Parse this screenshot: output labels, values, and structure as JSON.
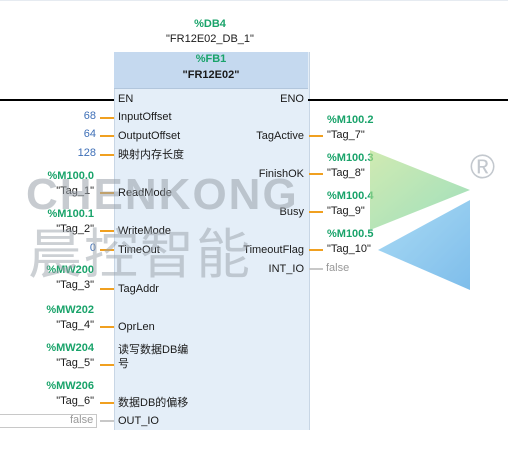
{
  "db": {
    "address": "%DB4",
    "name": "\"FR12E02_DB_1\""
  },
  "fb": {
    "address": "%FB1",
    "name": "\"FR12E02\""
  },
  "pins": {
    "en": "EN",
    "eno": "ENO"
  },
  "inputs": [
    {
      "name": "InputOffset",
      "value": "68"
    },
    {
      "name": "OutputOffset",
      "value": "64"
    },
    {
      "name": "映射内存长度",
      "value": "128"
    },
    {
      "name": "ReadMode",
      "address": "%M100.0",
      "tag": "\"Tag_1\""
    },
    {
      "name": "WriteMode",
      "address": "%M100.1",
      "tag": "\"Tag_2\""
    },
    {
      "name": "TimeOut",
      "value": "0"
    },
    {
      "name": "TagAddr",
      "address": "%MW200",
      "tag": "\"Tag_3\""
    },
    {
      "name": "OprLen",
      "address": "%MW202",
      "tag": "\"Tag_4\""
    },
    {
      "name": "读写数据DB编",
      "name2": "号",
      "address": "%MW204",
      "tag": "\"Tag_5\""
    },
    {
      "name": "数据DB的偏移",
      "address": "%MW206",
      "tag": "\"Tag_6\""
    },
    {
      "name": "OUT_IO",
      "value": "false"
    }
  ],
  "outputs": [
    {
      "name": "TagActive",
      "address": "%M100.2",
      "tag": "\"Tag_7\""
    },
    {
      "name": "FinishOK",
      "address": "%M100.3",
      "tag": "\"Tag_8\""
    },
    {
      "name": "Busy",
      "address": "%M100.4",
      "tag": "\"Tag_9\""
    },
    {
      "name": "TimeoutFlag",
      "address": "%M100.5",
      "tag": "\"Tag_10\""
    },
    {
      "name": "INT_IO",
      "value": "false"
    }
  ],
  "watermark": {
    "brand": "CHENKONG",
    "cn": "晨控智能",
    "reg": "®"
  },
  "colors": {
    "address": "#19a36a",
    "constant": "#3e6fb7",
    "pin_stub": "#f0a020",
    "block": "#e4eef8",
    "block_header": "#c5d9ef"
  }
}
